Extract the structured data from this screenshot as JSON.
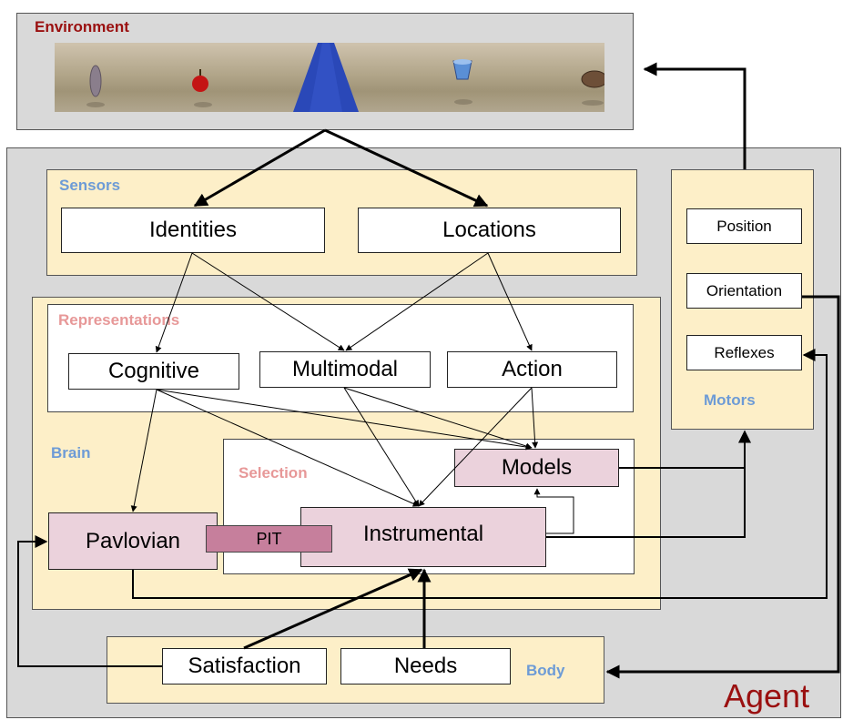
{
  "sections": {
    "environment": "Environment",
    "sensors": "Sensors",
    "representations": "Representations",
    "brain": "Brain",
    "selection": "Selection",
    "motors": "Motors",
    "body": "Body",
    "agent": "Agent"
  },
  "nodes": {
    "identities": "Identities",
    "locations": "Locations",
    "cognitive": "Cognitive",
    "multimodal": "Multimodal",
    "action": "Action",
    "models": "Models",
    "pavlovian": "Pavlovian",
    "pit": "PIT",
    "instrumental": "Instrumental",
    "satisfaction": "Satisfaction",
    "needs": "Needs",
    "position": "Position",
    "orientation": "Orientation",
    "reflexes": "Reflexes"
  },
  "colors": {
    "gray_panel": "#d9d9d9",
    "cream_panel": "#fdefc8",
    "pink_node": "#ebd2dc",
    "pit_node": "#c67f9c",
    "label_blue": "#6d9bd6",
    "label_pink": "#e79898",
    "label_red": "#9a1010",
    "road_blue": "#2a48b8"
  },
  "environment_objects": [
    "coin",
    "apple",
    "road",
    "bucket",
    "bowl"
  ]
}
